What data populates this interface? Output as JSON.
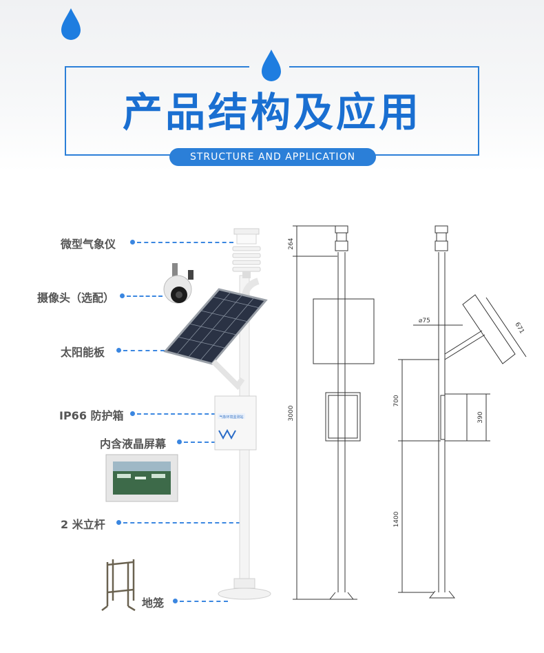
{
  "header": {
    "title": "产品结构及应用",
    "subtitle": "STRUCTURE AND APPLICATION"
  },
  "colors": {
    "accent": "#2b7fd8",
    "title": "#1a6fd1",
    "label": "#555555"
  },
  "components": [
    {
      "key": "weather",
      "label": "微型气象仪"
    },
    {
      "key": "camera",
      "label": "摄像头（选配）"
    },
    {
      "key": "solar",
      "label": "太阳能板"
    },
    {
      "key": "box",
      "label": "IP66 防护箱"
    },
    {
      "key": "lcd",
      "label": "内含液晶屏幕"
    },
    {
      "key": "pole",
      "label": "2 米立杆"
    },
    {
      "key": "cage",
      "label": "地笼"
    }
  ],
  "box_label": "气象环境监测站",
  "drawing": {
    "front": {
      "dim_top": "264",
      "dim_total": "3000"
    },
    "side": {
      "dim_diameter": "⌀75",
      "dim_panel": "671",
      "dim_box_offset": "700",
      "dim_box": "390",
      "dim_lower": "1400"
    }
  }
}
